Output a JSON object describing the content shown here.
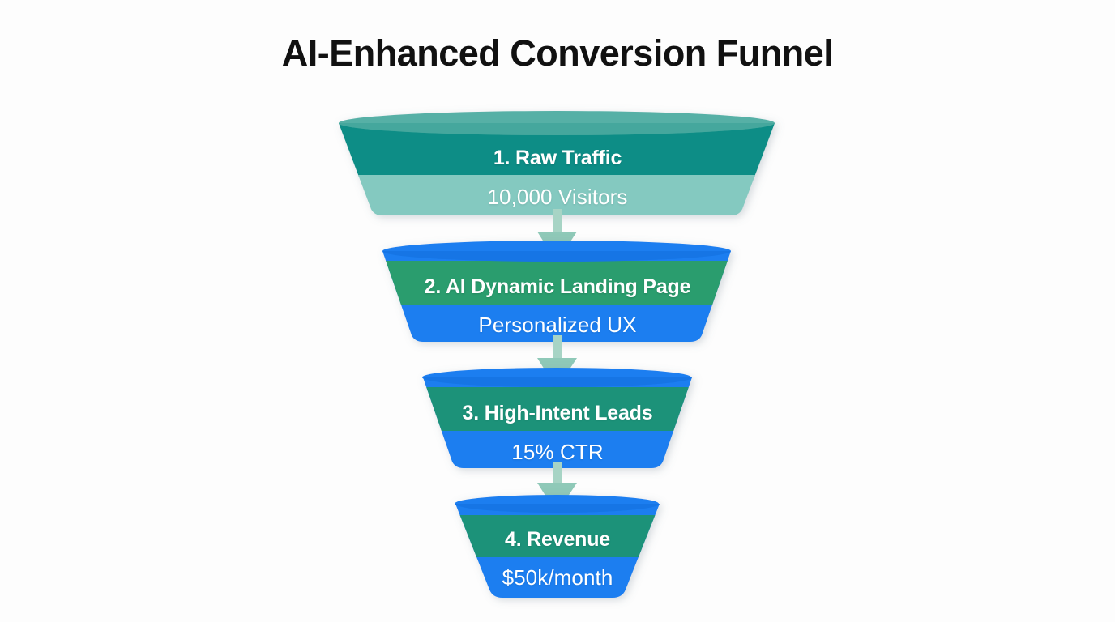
{
  "title": "AI-Enhanced Conversion Funnel",
  "background_color": "#fdfdfd",
  "title_color": "#111111",
  "label_color": "#ffffff",
  "arrow_color": "#8fc9b8",
  "chart_data": {
    "type": "funnel",
    "title": "AI-Enhanced Conversion Funnel",
    "xlabel": "",
    "ylabel": "",
    "orientation": "vertical",
    "legend": "none",
    "grid": false,
    "connector": "down-arrow",
    "stages": [
      {
        "index": "1",
        "label": "1. Raw Traffic",
        "sublabel": "10,000 Visitors",
        "value": 10000,
        "unit": "Visitors",
        "top_color": "#4aada4",
        "band_color": "#0f8d86",
        "body_color": "#84c9c0",
        "cap_color": "#57b0a6"
      },
      {
        "index": "2",
        "label": "2. AI Dynamic Landing Page",
        "sublabel": "Personalized UX",
        "value": null,
        "unit": "",
        "top_color": "#1a7ef0",
        "band_color": "#2a9d6e",
        "body_color": "#1a7ef0",
        "cap_color": "#1a7ef0"
      },
      {
        "index": "3",
        "label": "3. High-Intent Leads",
        "sublabel": "15% CTR",
        "value": 15,
        "unit": "% CTR",
        "top_color": "#1a7ef0",
        "band_color": "#1f9279",
        "body_color": "#1a7ef0",
        "cap_color": "#1a7ef0"
      },
      {
        "index": "4",
        "label": "4. Revenue",
        "sublabel": "$50k/month",
        "value": 50000,
        "unit": "$/month",
        "top_color": "#1a7ef0",
        "band_color": "#1f9279",
        "body_color": "#1a7ef0",
        "cap_color": "#1a7ef0"
      }
    ]
  }
}
